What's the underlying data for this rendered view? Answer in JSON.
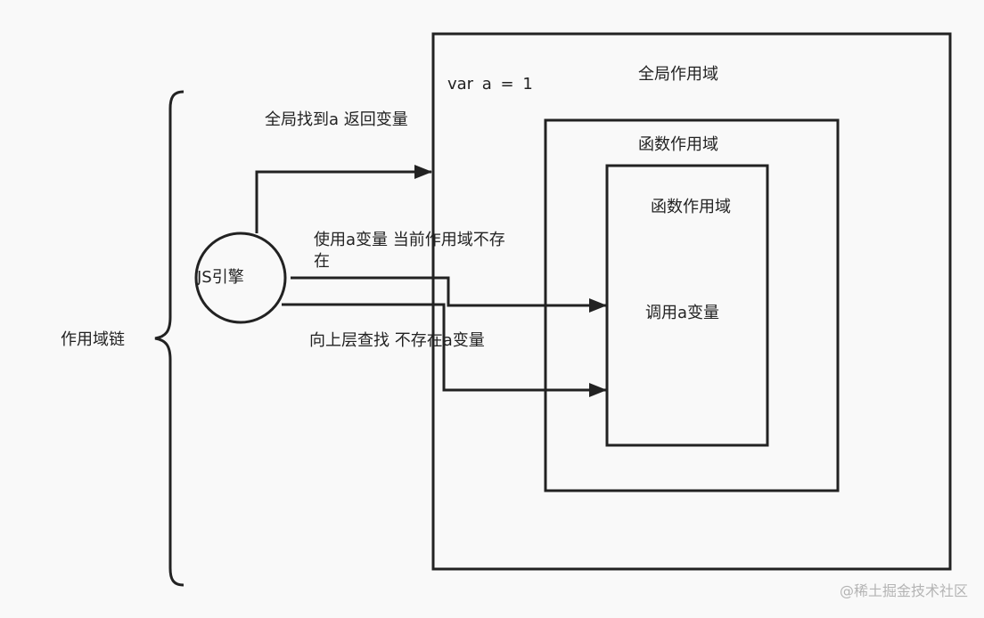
{
  "diagram": {
    "scope_chain_label": "作用域链",
    "engine_label": "JS引擎",
    "global_scope": {
      "title": "全局作用域",
      "code": "var a = 1"
    },
    "function_scope_outer": {
      "title": "函数作用域"
    },
    "function_scope_inner": {
      "title": "函数作用域",
      "content": "调用a变量"
    },
    "edges": {
      "to_global": "全局找到a 返回变量",
      "to_current_line1": "使用a变量 当前作用域不存",
      "to_current_line2": "在",
      "to_upper": "向上层查找 不存在a变量"
    },
    "colors": {
      "stroke": "#222222",
      "background": "#f9f9f9",
      "watermark": "#b4b4b4"
    }
  },
  "watermark": "@稀土掘金技术社区"
}
